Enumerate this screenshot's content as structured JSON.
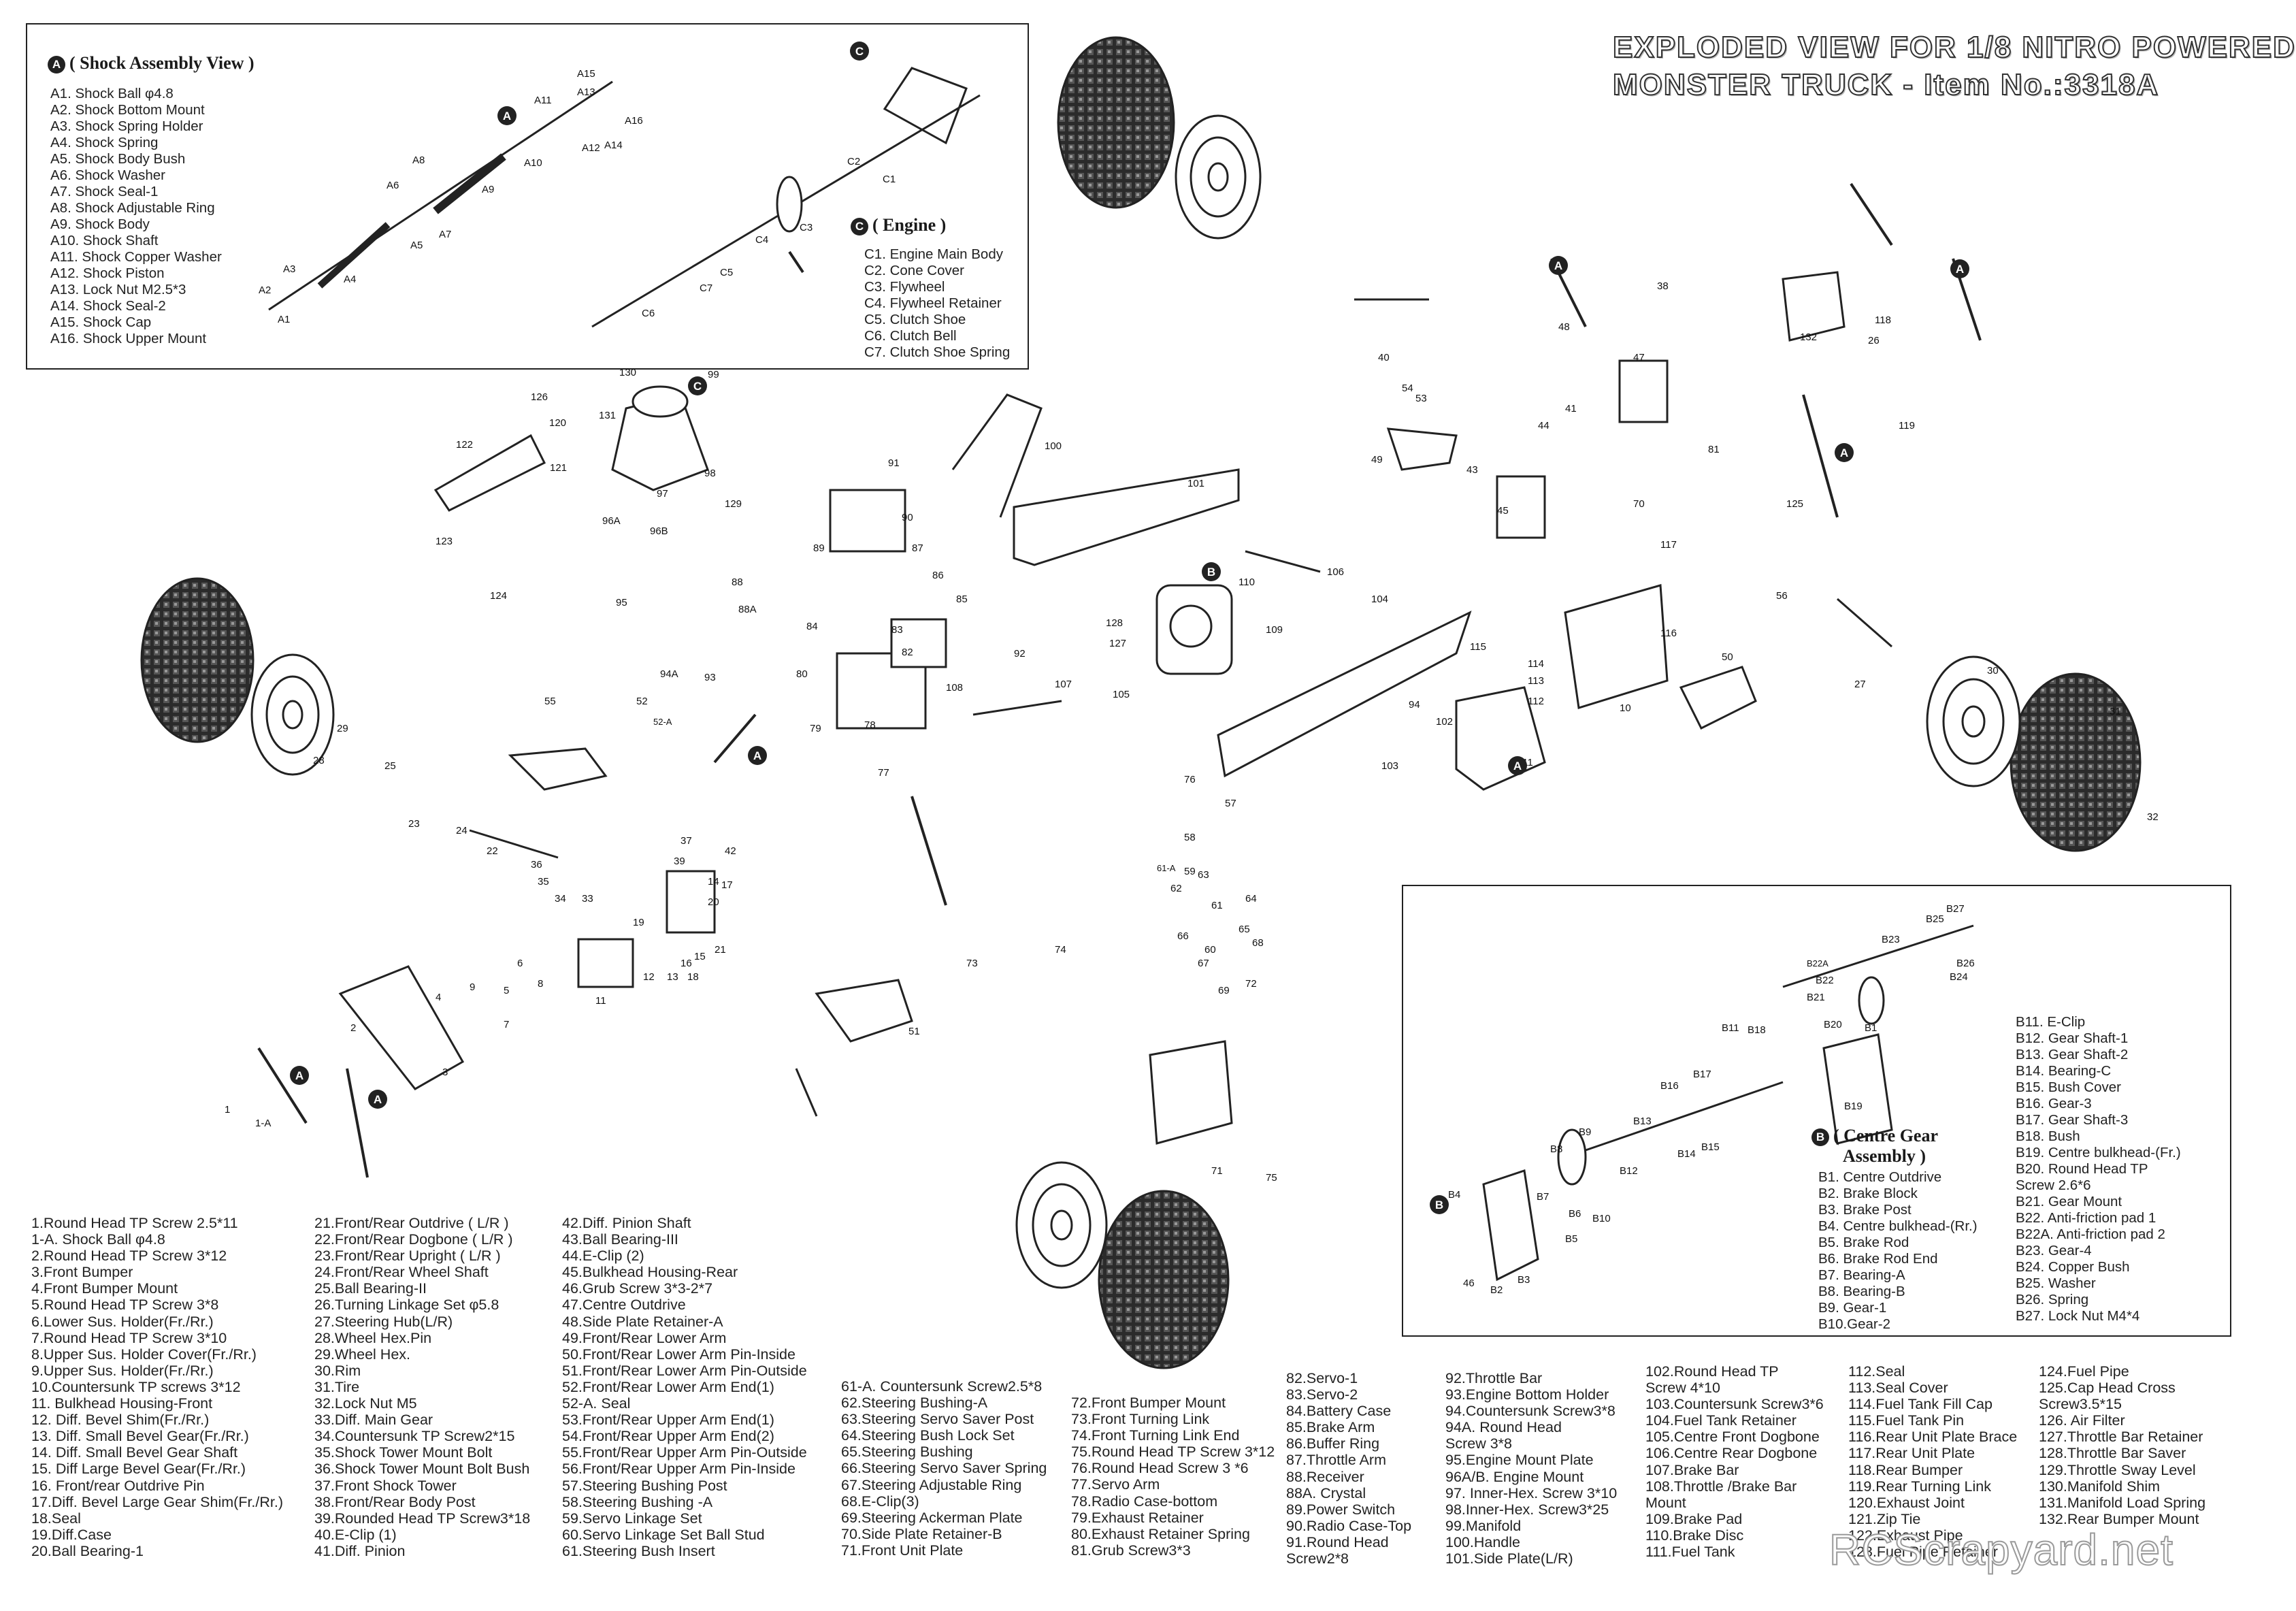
{
  "title": {
    "line1": "EXPLODED VIEW FOR 1/8 NITRO POWERED",
    "line2": "MONSTER TRUCK - Item No.:3318A"
  },
  "shock_assembly": {
    "badge": "A",
    "heading": "( Shock Assembly View )",
    "items": [
      "A1. Shock Ball φ4.8",
      "A2. Shock Bottom Mount",
      "A3. Shock Spring Holder",
      "A4. Shock Spring",
      "A5. Shock Body Bush",
      "A6. Shock Washer",
      "A7. Shock Seal-1",
      "A8. Shock Adjustable Ring",
      "A9. Shock Body",
      "A10. Shock Shaft",
      "A11. Shock Copper Washer",
      "A12. Shock Piston",
      "A13. Lock Nut M2.5*3",
      "A14. Shock Seal-2",
      "A15. Shock Cap",
      "A16. Shock Upper Mount"
    ]
  },
  "engine": {
    "badge": "C",
    "heading": "( Engine )",
    "items": [
      "C1. Engine Main Body",
      "C2. Cone Cover",
      "C3. Flywheel",
      "C4. Flywheel Retainer",
      "C5. Clutch Shoe",
      "C6. Clutch Bell",
      "C7. Clutch Shoe Spring"
    ]
  },
  "centre_gear": {
    "badge": "B",
    "heading_line1": "( Centre Gear",
    "heading_line2": "Assembly )",
    "items_left": [
      "B1. Centre Outdrive",
      "B2. Brake Block",
      "B3. Brake Post",
      "B4. Centre bulkhead-(Rr.)",
      "B5. Brake Rod",
      "B6. Brake Rod End",
      "B7. Bearing-A",
      "B8. Bearing-B",
      "B9. Gear-1",
      "B10.Gear-2"
    ],
    "items_right": [
      "B11. E-Clip",
      "B12. Gear Shaft-1",
      "B13. Gear Shaft-2",
      "B14. Bearing-C",
      "B15. Bush Cover",
      "B16. Gear-3",
      "B17. Gear Shaft-3",
      "B18. Bush",
      "B19. Centre bulkhead-(Fr.)",
      "B20. Round Head TP",
      "       Screw 2.6*6",
      "B21. Gear Mount",
      "B22. Anti-friction pad 1",
      "B22A. Anti-friction pad 2",
      "B23. Gear-4",
      "B24. Copper Bush",
      "B25. Washer",
      "B26. Spring",
      "B27. Lock Nut M4*4"
    ]
  },
  "parts_legend": [
    [
      "1.Round Head TP Screw 2.5*11",
      "1-A. Shock Ball φ4.8",
      "2.Round Head TP Screw 3*12",
      "3.Front Bumper",
      "4.Front Bumper Mount",
      "5.Round Head TP Screw 3*8",
      "6.Lower Sus. Holder(Fr./Rr.)",
      "7.Round Head TP Screw 3*10",
      "8.Upper Sus. Holder Cover(Fr./Rr.)",
      "9.Upper Sus. Holder(Fr./Rr.)",
      "10.Countersunk TP screws 3*12",
      "11. Bulkhead Housing-Front",
      "12. Diff. Bevel Shim(Fr./Rr.)",
      "13. Diff. Small Bevel Gear(Fr./Rr.)",
      "14. Diff. Small Bevel Gear Shaft",
      "15. Diff Large Bevel Gear(Fr./Rr.)",
      "16. Front/rear Outdrive Pin",
      "17.Diff. Bevel Large Gear Shim(Fr./Rr.)",
      "18.Seal",
      "19.Diff.Case",
      "20.Ball Bearing-1"
    ],
    [
      "21.Front/Rear Outdrive ( L/R )",
      "22.Front/Rear Dogbone ( L/R )",
      "23.Front/Rear Upright ( L/R )",
      "24.Front/Rear Wheel Shaft",
      "25.Ball Bearing-II",
      "26.Turning Linkage Set φ5.8",
      "27.Steering Hub(L/R)",
      "28.Wheel Hex.Pin",
      "29.Wheel Hex.",
      "30.Rim",
      "31.Tire",
      "32.Lock Nut M5",
      "33.Diff. Main Gear",
      "34.Countersunk TP Screw2*15",
      "35.Shock Tower Mount Bolt",
      "36.Shock Tower Mount Bolt Bush",
      "37.Front Shock Tower",
      "38.Front/Rear Body Post",
      "39.Rounded Head TP Screw3*18",
      "40.E-Clip (1)",
      "41.Diff. Pinion"
    ],
    [
      "42.Diff. Pinion Shaft",
      "43.Ball Bearing-III",
      "44.E-Clip (2)",
      "45.Bulkhead Housing-Rear",
      "46.Grub Screw 3*3-2*7",
      "47.Centre Outdrive",
      "48.Side Plate Retainer-A",
      "49.Front/Rear Lower Arm",
      "50.Front/Rear Lower Arm Pin-Inside",
      "51.Front/Rear Lower Arm Pin-Outside",
      "52.Front/Rear Lower Arm End(1)",
      "52-A.  Seal",
      "53.Front/Rear Upper Arm End(1)",
      "54.Front/Rear Upper Arm End(2)",
      "55.Front/Rear Upper Arm Pin-Outside",
      "56.Front/Rear Upper Arm Pin-Inside",
      "57.Steering Bushing Post",
      "58.Steering Bushing -A",
      "59.Servo Linkage Set",
      "60.Servo Linkage Set Ball Stud",
      "61.Steering Bush Insert"
    ],
    [
      "61-A. Countersunk Screw2.5*8",
      "62.Steering Bushing-A",
      "63.Steering Servo Saver Post",
      "64.Steering Bush Lock Set",
      "65.Steering Bushing",
      "66.Steering Servo Saver Spring",
      "67.Steering Adjustable Ring",
      "68.E-Clip(3)",
      "69.Steering Ackerman Plate",
      "70.Side Plate Retainer-B",
      "71.Front Unit Plate"
    ],
    [
      "72.Front Bumper Mount",
      "73.Front Turning Link",
      "74.Front Turning Link End",
      "75.Round Head TP Screw 3*12",
      "76.Round Head Screw 3 *6",
      "77.Servo Arm",
      "78.Radio Case-bottom",
      "79.Exhaust Retainer",
      "80.Exhaust Retainer Spring",
      "81.Grub Screw3*3"
    ],
    [
      "82.Servo-1",
      "83.Servo-2",
      "84.Battery Case",
      "85.Brake Arm",
      "86.Buffer Ring",
      "87.Throttle Arm",
      "88.Receiver",
      "88A. Crystal",
      "89.Power Switch",
      "90.Radio Case-Top",
      "91.Round Head",
      "    Screw2*8"
    ],
    [
      "92.Throttle Bar",
      "93.Engine Bottom Holder",
      "94.Countersunk Screw3*8",
      "94A. Round Head",
      "    Screw 3*8",
      "95.Engine Mount Plate",
      "96A/B. Engine Mount",
      "97. Inner-Hex. Screw 3*10",
      "98.Inner-Hex. Screw3*25",
      "99.Manifold",
      "100.Handle",
      "101.Side Plate(L/R)"
    ],
    [
      "102.Round Head TP",
      "    Screw 4*10",
      "103.Countersunk Screw3*6",
      "104.Fuel Tank Retainer",
      "105.Centre Front Dogbone",
      "106.Centre Rear Dogbone",
      "107.Brake Bar",
      "108.Throttle /Brake Bar",
      "    Mount",
      "109.Brake Pad",
      "110.Brake Disc",
      "111.Fuel Tank"
    ],
    [
      "112.Seal",
      "113.Seal Cover",
      "114.Fuel Tank Fill Cap",
      "115.Fuel Tank Pin",
      "116.Rear Unit Plate Brace",
      "117.Rear Unit Plate",
      "118.Rear Bumper",
      "119.Rear Turning Link",
      "120.Exhaust Joint",
      "121.Zip Tie",
      "122.Exhaust Pipe",
      "123.Fuel Pipe Retainer"
    ],
    [
      "124.Fuel Pipe",
      "125.Cap Head Cross",
      "    Screw3.5*15",
      "126.  Air Filter",
      "127.Throttle Bar Retainer",
      "128.Throttle Bar Saver",
      "129.Throttle Sway Level",
      "130.Manifold Shim",
      "131.Manifold Load Spring",
      "132.Rear Bumper Mount"
    ]
  ],
  "callouts": [
    "1",
    "1-A",
    "2",
    "3",
    "4",
    "5",
    "6",
    "7",
    "8",
    "9",
    "10",
    "11",
    "12",
    "13",
    "14",
    "15",
    "16",
    "17",
    "18",
    "19",
    "20",
    "21",
    "22",
    "23",
    "24",
    "25",
    "26",
    "27",
    "28",
    "29",
    "30",
    "31",
    "32",
    "33",
    "34",
    "35",
    "36",
    "37",
    "38",
    "39",
    "40",
    "41",
    "42",
    "43",
    "44",
    "45",
    "46",
    "47",
    "48",
    "49",
    "50",
    "51",
    "52",
    "52-A",
    "53",
    "54",
    "55",
    "56",
    "57",
    "58",
    "59",
    "60",
    "61",
    "61-A",
    "62",
    "63",
    "64",
    "65",
    "66",
    "67",
    "68",
    "69",
    "70",
    "71",
    "72",
    "73",
    "74",
    "75",
    "76",
    "77",
    "78",
    "79",
    "80",
    "81",
    "82",
    "83",
    "84",
    "85",
    "86",
    "87",
    "88",
    "88A",
    "89",
    "90",
    "91",
    "92",
    "93",
    "94",
    "94A",
    "95",
    "96A",
    "96B",
    "97",
    "98",
    "99",
    "100",
    "101",
    "102",
    "103",
    "104",
    "105",
    "106",
    "107",
    "108",
    "109",
    "110",
    "111",
    "112",
    "113",
    "114",
    "115",
    "116",
    "117",
    "118",
    "119",
    "120",
    "121",
    "122",
    "123",
    "124",
    "125",
    "126",
    "127",
    "128",
    "129",
    "130",
    "131",
    "132",
    "A1",
    "A2",
    "A3",
    "A4",
    "A5",
    "A6",
    "A7",
    "A8",
    "A9",
    "A10",
    "A11",
    "A12",
    "A13",
    "A14",
    "A15",
    "A16",
    "C1",
    "C2",
    "C3",
    "C4",
    "C5",
    "C6",
    "C7",
    "B1",
    "B2",
    "B3",
    "B4",
    "B5",
    "B6",
    "B7",
    "B8",
    "B9",
    "B10",
    "B11",
    "B12",
    "B13",
    "B14",
    "B15",
    "B16",
    "B17",
    "B18",
    "B19",
    "B20",
    "B21",
    "B22",
    "B22A",
    "B23",
    "B24",
    "B25",
    "B26",
    "B27"
  ],
  "sub_assembly_markers": [
    "A",
    "B",
    "C"
  ],
  "watermark": "RCScrapyard.net"
}
